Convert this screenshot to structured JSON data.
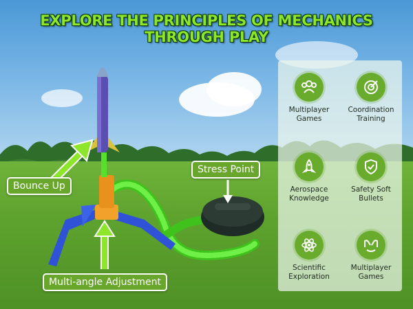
{
  "headline": "EXPLORE THE PRINCIPLES OF MECHANICS THROUGH PLAY",
  "callouts": {
    "bounce_up": "Bounce Up",
    "stress_point": "Stress Point",
    "multi_angle": "Multi-angle Adjustment"
  },
  "features": [
    {
      "label": "Multiplayer\nGames",
      "icon": "group-icon"
    },
    {
      "label": "Coordination\nTraining",
      "icon": "target-icon"
    },
    {
      "label": "Aerospace\nKnowledge",
      "icon": "rocket-icon"
    },
    {
      "label": "Safety Soft\nBullets",
      "icon": "shield-check-icon"
    },
    {
      "label": "Scientific\nExploration",
      "icon": "atom-icon"
    },
    {
      "label": "Multiplayer\nGames",
      "icon": "hands-icon"
    }
  ],
  "colors": {
    "accent_green": "#68a62c",
    "headline_green": "#8ee62a",
    "hose_green": "#52e02a",
    "rocket_purple": "#5a4fb0"
  }
}
